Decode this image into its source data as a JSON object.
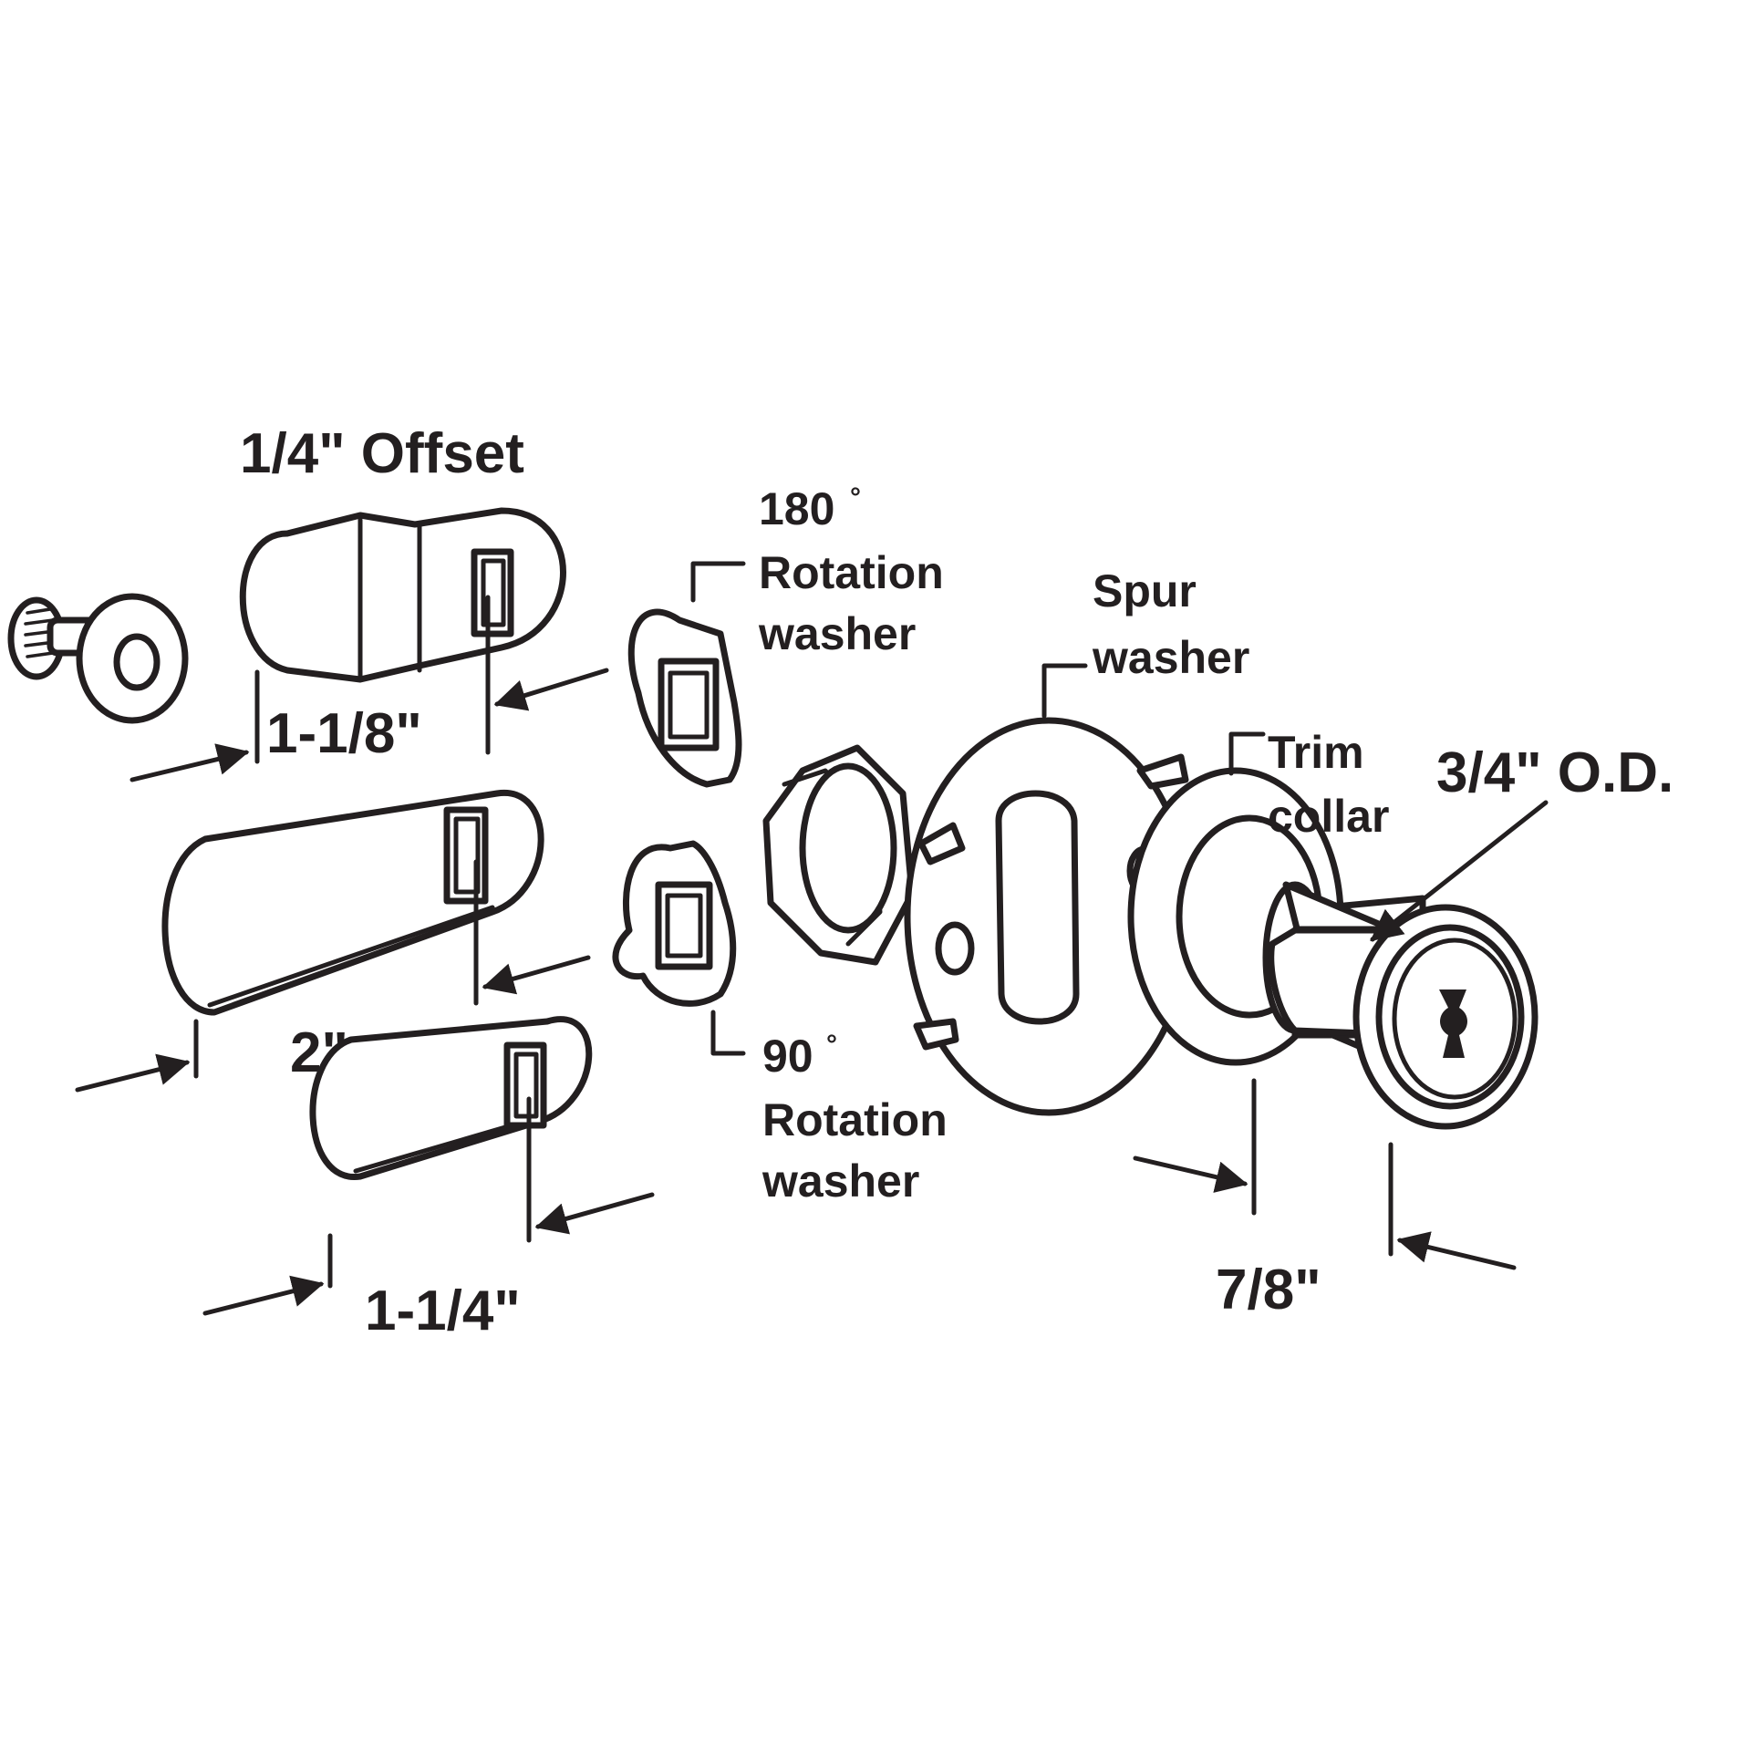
{
  "labels": {
    "offset": "1/4\" Offset",
    "dim_offset_cam": "1-1/8\"",
    "dim_long_cam": "2\"",
    "dim_short_cam": "1-1/4\"",
    "rotation_180_deg": "180",
    "rotation_180_line1": "Rotation",
    "rotation_180_line2": "washer",
    "rotation_90_deg": "90",
    "rotation_90_line1": "Rotation",
    "rotation_90_line2": "washer",
    "spur_line1": "Spur",
    "spur_line2": "washer",
    "trim_line1": "Trim",
    "trim_line2": "collar",
    "od": "3/4\" O.D.",
    "dim_cylinder": "7/8\"",
    "degree_symbol": "°"
  },
  "colors": {
    "ink": "#231f20",
    "background": "#ffffff"
  }
}
